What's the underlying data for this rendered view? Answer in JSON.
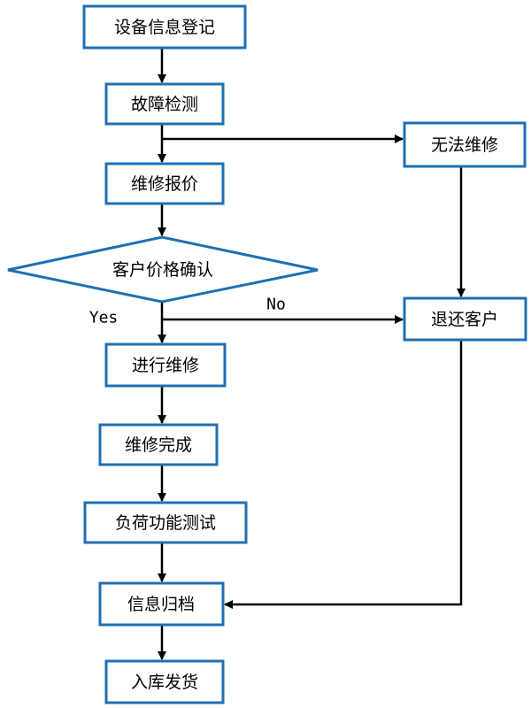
{
  "colors": {
    "box_border": "#1F6FB4",
    "connector": "#000000",
    "text": "#000000",
    "background": "#FFFFFF"
  },
  "nodes": {
    "register": "设备信息登记",
    "detect": "故障检测",
    "quote": "维修报价",
    "confirm": "客户价格确认",
    "repair": "进行维修",
    "done": "维修完成",
    "load_test": "负荷功能测试",
    "archive": "信息归档",
    "ship": "入库发货",
    "cannot_repair": "无法维修",
    "return": "退还客户"
  },
  "edge_labels": {
    "yes": "Yes",
    "no": "No"
  }
}
